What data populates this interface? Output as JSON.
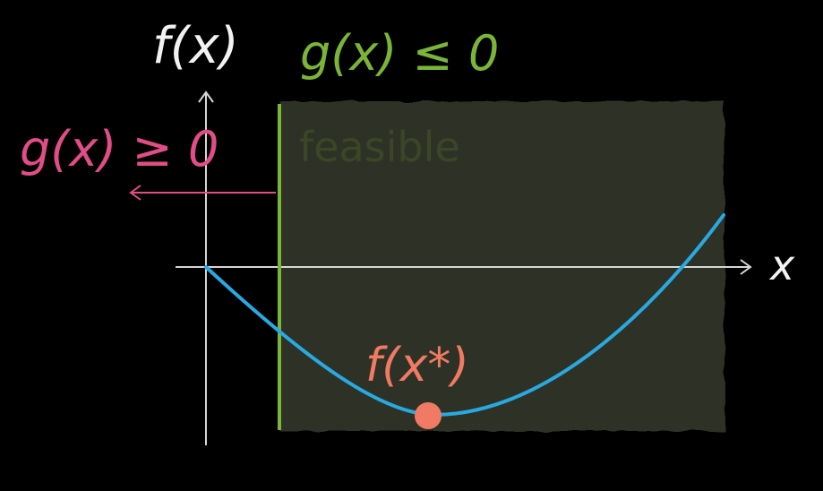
{
  "labels": {
    "y_axis": "f(x)",
    "x_axis": "x",
    "constraint_le": "g(x) ≤ 0",
    "constraint_ge": "g(x) ≥ 0",
    "region": "feasible",
    "minimum": "f(x*)"
  },
  "colors": {
    "background": "#000000",
    "axis": "#d6d6d6",
    "curve": "#29a9e1",
    "feasible_fill": "#2f3326",
    "feasible_text": "#3c4526",
    "constraint_le": "#7ab539",
    "constraint_ge": "#e04d87",
    "minimum": "#f07a63"
  }
}
